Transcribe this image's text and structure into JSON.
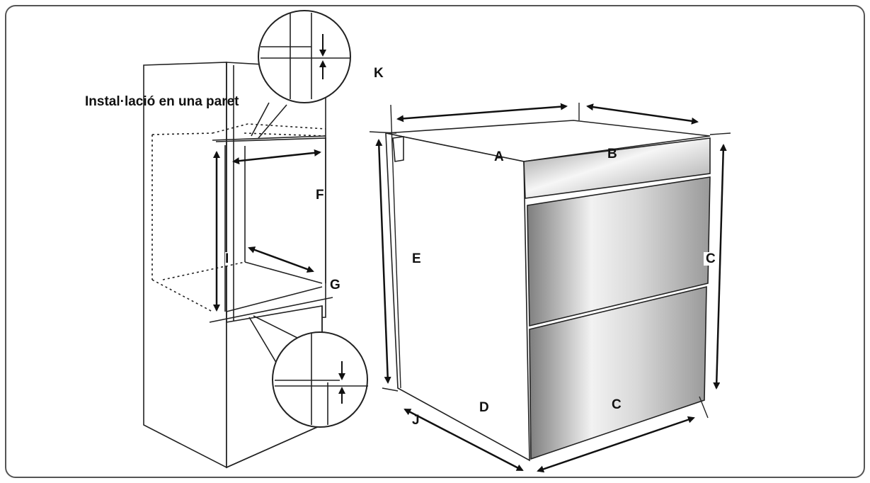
{
  "caption": "Instal·lació en una paret",
  "labels": {
    "A": "A",
    "B": "B",
    "C_top": "C",
    "C_bottom": "C",
    "D": "D",
    "E": "E",
    "F": "F",
    "G": "G",
    "I": "I",
    "J": "J",
    "K": "K"
  },
  "colors": {
    "line": "#222222",
    "steel_light": "#f4f4f4",
    "steel_dark": "#8a8a8a",
    "frame": "#555555"
  }
}
